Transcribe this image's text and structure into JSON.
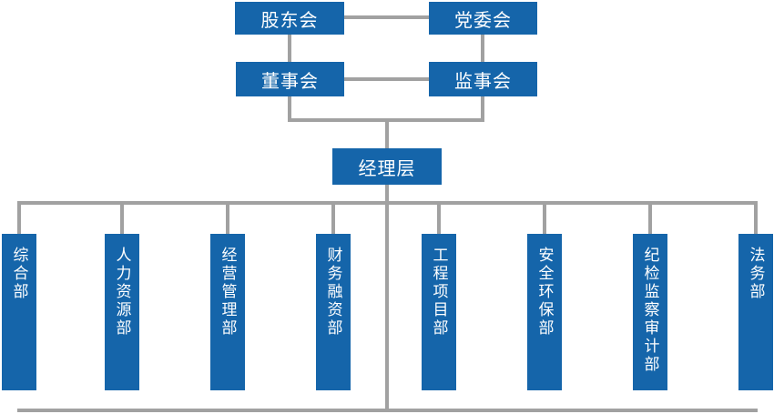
{
  "colors": {
    "node_blue": "#1565aa",
    "line_gray": "#a1a1a1",
    "text_white": "#ffffff",
    "background": "#ffffff"
  },
  "org_chart": {
    "top_row": [
      {
        "id": "shareholders-meeting",
        "label": "股东会"
      },
      {
        "id": "party-committee",
        "label": "党委会"
      }
    ],
    "governance_row": [
      {
        "id": "board-of-directors",
        "label": "董事会"
      },
      {
        "id": "supervisory-board",
        "label": "监事会"
      }
    ],
    "management": {
      "id": "management-level",
      "label": "经理层"
    },
    "departments": [
      {
        "id": "general-dept",
        "label": "综合部"
      },
      {
        "id": "human-resources-dept",
        "label": "人力资源部"
      },
      {
        "id": "operations-management-dept",
        "label": "经营管理部"
      },
      {
        "id": "finance-financing-dept",
        "label": "财务融资部"
      },
      {
        "id": "engineering-project-dept",
        "label": "工程项目部"
      },
      {
        "id": "safety-environment-dept",
        "label": "安全环保部"
      },
      {
        "id": "discipline-supervision-audit-dept",
        "label": "纪检监察审计部"
      },
      {
        "id": "legal-dept",
        "label": "法务部"
      }
    ]
  }
}
